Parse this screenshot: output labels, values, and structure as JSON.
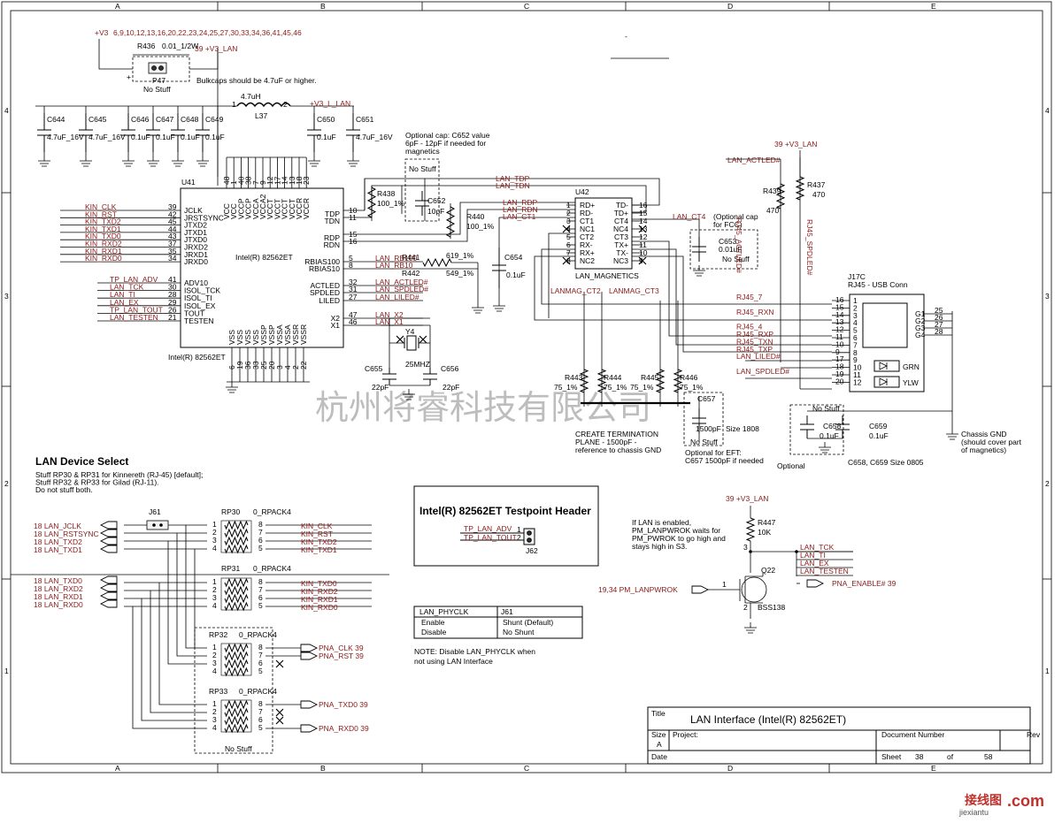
{
  "frame": {
    "cols": [
      "A",
      "B",
      "C",
      "D",
      "E"
    ],
    "rows": [
      "4",
      "3",
      "2",
      "1"
    ]
  },
  "power": {
    "v3": "+V3",
    "v3_pages": "6,9,10,12,13,16,20,22,23,24,25,27,30,33,34,36,41,45,46",
    "v3_lan": "39 +V3_LAN",
    "r436_top": "R436",
    "r436_top_val": "0.01_1/2W",
    "p47": "P47",
    "p47_stuff": "No Stuff",
    "bulk_note": "Bulkcaps should be 4.7uF or higher.",
    "l37": "L37",
    "l37_val": "4.7uH",
    "v3_l_lan": "+V3_L_LAN",
    "caps": [
      {
        "ref": "C644",
        "val": "4.7uF_16V"
      },
      {
        "ref": "C645",
        "val": "4.7uF_16V"
      },
      {
        "ref": "C646",
        "val": "0.1uF"
      },
      {
        "ref": "C647",
        "val": "0.1uF"
      },
      {
        "ref": "C648",
        "val": "0.1uF"
      },
      {
        "ref": "C649",
        "val": "0.1uF"
      },
      {
        "ref": "C650",
        "val": "0.1uF"
      },
      {
        "ref": "C651",
        "val": "4.7uF_16V"
      }
    ]
  },
  "u41": {
    "ref": "U41",
    "name": "Intel(R) 82562ET",
    "bottom_label": "Intel(R) 82562ET",
    "left_pins": [
      {
        "name": "JCLK",
        "num": "39",
        "net": "KIN_CLK"
      },
      {
        "name": "JRSTSYNC",
        "num": "42",
        "net": "KIN_RST"
      },
      {
        "name": "JTXD2",
        "num": "45",
        "net": "KIN_TXD2"
      },
      {
        "name": "JTXD1",
        "num": "44",
        "net": "KIN_TXD1"
      },
      {
        "name": "JTXD0",
        "num": "43",
        "net": "KIN_TXD0"
      },
      {
        "name": "JRXD2",
        "num": "37",
        "net": "KIN_RXD2"
      },
      {
        "name": "JRXD1",
        "num": "35",
        "net": "KIN_RXD1"
      },
      {
        "name": "JRXD0",
        "num": "34",
        "net": "KIN_RXD0"
      }
    ],
    "left_pins2": [
      {
        "name": "ADV10",
        "num": "41",
        "net": "TP_LAN_ADV"
      },
      {
        "name": "ISOL_TCK",
        "num": "30",
        "net": "LAN_TCK"
      },
      {
        "name": "ISOL_TI",
        "num": "28",
        "net": "LAN_TI"
      },
      {
        "name": "ISOL_EX",
        "num": "29",
        "net": "LAN_EX"
      },
      {
        "name": "TOUT",
        "num": "26",
        "net": "TP_LAN_TOUT"
      },
      {
        "name": "TESTEN",
        "num": "21",
        "net": "LAN_TESTEN"
      }
    ],
    "right_pins": [
      {
        "name": "TDP",
        "num": "10"
      },
      {
        "name": "TDN",
        "num": "11"
      },
      {
        "name": "RDP",
        "num": "15"
      },
      {
        "name": "RDN",
        "num": "16"
      },
      {
        "name": "RBIAS100",
        "num": "5",
        "net": "LAN_RB100"
      },
      {
        "name": "RBIAS10",
        "num": "8",
        "net": "LAN_RB10"
      },
      {
        "name": "ACTLED",
        "num": "32",
        "net": "LAN_ACTLED#"
      },
      {
        "name": "SPDLED",
        "num": "31",
        "net": "LAN_SPDLED#"
      },
      {
        "name": "LILED",
        "num": "27",
        "net": "LAN_LILED#"
      },
      {
        "name": "X2",
        "num": "47",
        "net": "LAN_X2"
      },
      {
        "name": "X1",
        "num": "46",
        "net": "LAN_X1"
      }
    ],
    "top_pins": [
      "VCC",
      "VCC",
      "VCCP",
      "VCCP",
      "VCCA",
      "VCCA2",
      "VCCT",
      "VCCT",
      "VCCT",
      "VCCT",
      "VCCR",
      "VCCR"
    ],
    "top_nums": [
      "48",
      "1",
      "40",
      "38",
      "7",
      "9",
      "12",
      "17",
      "14",
      "13",
      "18",
      "23"
    ],
    "bot_pins": [
      "VSS",
      "VSS",
      "VSS",
      "VSS",
      "VSSP",
      "VSSP",
      "VSSA",
      "VSSA",
      "VSSR",
      "VSSR"
    ],
    "bot_nums": [
      "6",
      "19",
      "36",
      "33",
      "25",
      "20",
      "3",
      "4",
      "2",
      "22"
    ]
  },
  "mag": {
    "ref": "U42",
    "name": "LAN_MAGNETICS",
    "left_pins": [
      {
        "name": "RD+",
        "num": "1"
      },
      {
        "name": "RD-",
        "num": "2"
      },
      {
        "name": "CT1",
        "num": "3"
      },
      {
        "name": "NC1",
        "num": "4"
      },
      {
        "name": "CT2",
        "num": "5"
      },
      {
        "name": "RX-",
        "num": "6"
      },
      {
        "name": "RX+",
        "num": "7"
      },
      {
        "name": "NC2",
        "num": "8"
      }
    ],
    "right_pins": [
      {
        "name": "TD-",
        "num": "16"
      },
      {
        "name": "TD+",
        "num": "15"
      },
      {
        "name": "CT4",
        "num": "14"
      },
      {
        "name": "NC4",
        "num": "13"
      },
      {
        "name": "CT3",
        "num": "12"
      },
      {
        "name": "TX+",
        "num": "11"
      },
      {
        "name": "TX-",
        "num": "10"
      },
      {
        "name": "NC3",
        "num": "9"
      }
    ],
    "nets": {
      "tdp": "LAN_TDP",
      "tdn": "LAN_TDN",
      "rdp": "LAN_RDP",
      "rdn": "LAN_RDN",
      "ct1": "LAN_CT1",
      "ct4": "LAN_CT4",
      "ct2": "LANMAG_CT2",
      "ct3": "LANMAG_CT3"
    }
  },
  "parts": {
    "r438": {
      "ref": "R438",
      "val": "100_1%"
    },
    "r440": {
      "ref": "R440",
      "val": "100_1%"
    },
    "r441": {
      "ref": "R441",
      "val": "619_1%"
    },
    "r442": {
      "ref": "R442",
      "val": "549_1%"
    },
    "c652": {
      "ref": "C652",
      "val": "10pF",
      "stuff": "No Stuff"
    },
    "c652_note": [
      "Optional cap: C652 value",
      "6pF - 12pF if needed for",
      "magnetics"
    ],
    "c654": {
      "ref": "C654",
      "val": "0.1uF"
    },
    "c653": {
      "ref": "C653",
      "val": "0.01uF",
      "stuff": "No Stuff"
    },
    "c653_note": [
      "(Optional cap",
      "for FCC)"
    ],
    "y4": {
      "ref": "Y4",
      "val": "25MHZ"
    },
    "c655": {
      "ref": "C655",
      "val": "22pF"
    },
    "c656": {
      "ref": "C656",
      "val": "22pF"
    },
    "r443": {
      "ref": "R443",
      "val": "75_1%"
    },
    "r444": {
      "ref": "R444",
      "val": "75_1%"
    },
    "r445": {
      "ref": "R445",
      "val": "75_1%"
    },
    "r446": {
      "ref": "R446",
      "val": "75_1%"
    },
    "c657": {
      "ref": "C657",
      "val": "1500pF",
      "size": "Size 1808",
      "stuff": "No Stuff"
    },
    "term_note": [
      "CREATE TERMINATION",
      "PLANE - 1500pF -",
      "reference to chassis GND"
    ],
    "eft_note": [
      "Optional for EFT:",
      "C657 1500pF if needed"
    ],
    "c658": {
      "ref": "C658",
      "val": "0.1uF"
    },
    "c659": {
      "ref": "C659",
      "val": "0.1uF"
    },
    "c658_stuff": "No Stuff",
    "c658_note": "C658, C659 Size 0805",
    "optional": "Optional",
    "r439": {
      "ref": "R439",
      "val": "470"
    },
    "r437": {
      "ref": "R437",
      "val": "470"
    },
    "led_v3": "39 +V3_LAN",
    "actled": "LAN_ACTLED#",
    "rj45_actled": "RJ45_ACTLED#",
    "rj45_spdled": "RJ45_SPDLED#",
    "chassis": [
      "Chassis GND",
      "(should cover part",
      "of magnetics)"
    ]
  },
  "j17": {
    "ref": "J17C",
    "name": "RJ45 - USB Conn",
    "pins": [
      "16",
      "15",
      "14",
      "13",
      "12",
      "11",
      "10",
      "9",
      "17",
      "18",
      "19",
      "20"
    ],
    "pin_nums": [
      "1",
      "2",
      "3",
      "4",
      "5",
      "6",
      "7",
      "8",
      "9",
      "10",
      "11",
      "12"
    ],
    "nets": [
      "RJ45_7",
      "",
      "RJ45_RXN",
      "",
      "RJ45_4",
      "RJ45_RXP",
      "RJ45_TXN",
      "RJ45_TXP",
      "LAN_LILED#",
      "",
      "LAN_SPDLED#",
      ""
    ],
    "g_pins": [
      "G1",
      "G2",
      "G3",
      "G4"
    ],
    "g_nums": [
      "25",
      "26",
      "27",
      "28"
    ],
    "grn": "GRN",
    "ylw": "YLW"
  },
  "select": {
    "title": "LAN Device Select",
    "notes": [
      "Stuff RP30 & RP31 for Kinnereth (RJ-45) [default];",
      "Stuff RP32 & RP33 for Gilad (RJ-11).",
      "Do not stuff both."
    ],
    "j61": "J61",
    "left_nets": [
      "18 LAN_JCLK",
      "18 LAN_RSTSYNC",
      "18 LAN_TXD2",
      "18 LAN_TXD1",
      "18 LAN_TXD0",
      "18 LAN_RXD2",
      "18 LAN_RXD1",
      "18 LAN_RXD0"
    ],
    "rp30": {
      "ref": "RP30",
      "val": "0_RPACK4"
    },
    "rp31": {
      "ref": "RP31",
      "val": "0_RPACK4"
    },
    "rp32": {
      "ref": "RP32",
      "val": "0_RPACK4"
    },
    "rp33": {
      "ref": "RP33",
      "val": "0_RPACK4"
    },
    "rp_stuff": "No Stuff",
    "rp30_nets": [
      "KIN_CLK",
      "KIN_RST",
      "KIN_TXD2",
      "KIN_TXD1"
    ],
    "rp31_nets": [
      "KIN_TXD0",
      "KIN_RXD2",
      "KIN_RXD1",
      "KIN_RXD0"
    ],
    "pna": [
      "PNA_CLK 39",
      "PNA_RST 39",
      "PNA_TXD0 39",
      "PNA_RXD0 39"
    ]
  },
  "testpoint": {
    "title": "Intel(R) 82562ET Testpoint Header",
    "nets": [
      "TP_LAN_ADV",
      "TP_LAN_TOUT"
    ],
    "j62": "J62"
  },
  "phyclk": {
    "header": [
      "LAN_PHYCLK",
      "J61"
    ],
    "rows": [
      [
        "Enable",
        "Shunt (Default)"
      ],
      [
        "Disable",
        "No Shunt"
      ]
    ],
    "note": [
      "NOTE: Disable LAN_PHYCLK when",
      "not using LAN Interface"
    ]
  },
  "pwrok": {
    "note": [
      "If LAN is enabled,",
      "PM_LANPWROK waits for",
      "PM_PWROK to go high and",
      "stays high in S3."
    ],
    "v3": "39 +V3_LAN",
    "r447": {
      "ref": "R447",
      "val": "10K"
    },
    "q22": {
      "ref": "Q22",
      "val": "BSS138"
    },
    "in": "19,34 PM_LANPWROK",
    "out_nets": [
      "LAN_TCK",
      "LAN_TI",
      "LAN_EX",
      "LAN_TESTEN"
    ],
    "pna_en": "PNA_ENABLE# 39"
  },
  "titleblock": {
    "title_label": "Title",
    "title": "LAN Interface (Intel(R) 82562ET)",
    "size_label": "Size",
    "size": "A",
    "project_label": "Project:",
    "docnum_label": "Document Number",
    "rev_label": "Rev",
    "date_label": "Date",
    "sheet_label": "Sheet",
    "sheet": "38",
    "of_label": "of",
    "of": "58"
  },
  "watermark": "杭州将睿科技有限公司",
  "logo": {
    "cn": "接线图",
    "site": "jiexiantu",
    "dotcom": ".com"
  }
}
